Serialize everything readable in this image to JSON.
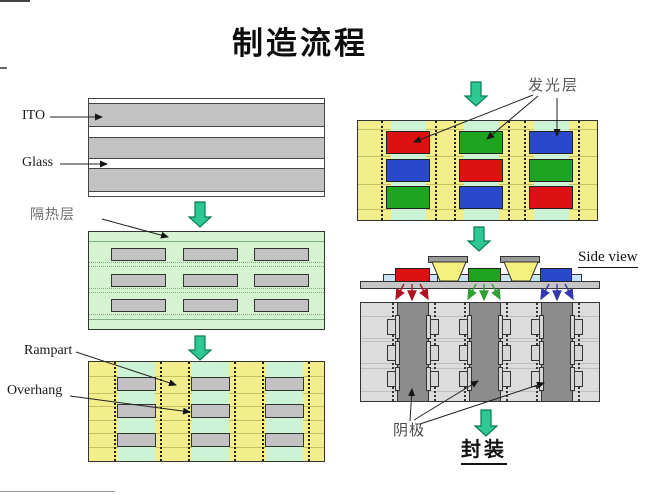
{
  "title": "制造流程",
  "labels": {
    "ito": "ITO",
    "glass": "Glass",
    "insulation": "隔热层",
    "rampart": "Rampart",
    "overhang": "Overhang",
    "emitting": "发光层",
    "side_view": "Side view",
    "cathode": "阴极",
    "encapsulation": "封装"
  },
  "colors": {
    "flow_arrow": "#2EC893",
    "flow_arrow_border": "#0B7A55",
    "yellow_panel": "#F2EE8C",
    "mint_stripe": "#CDF3D6",
    "insulation_green": "#D5F3D1",
    "gray_band": "#C2C2C2",
    "cathode_gray": "#8C8C8C",
    "panel_light_gray": "#DCDCDC",
    "tab_gray": "#D6D6D6",
    "red": "#DD1111",
    "green": "#1FA421",
    "blue": "#2948CC",
    "emission_red": "#B01222",
    "emission_green": "#2FA133",
    "emission_blue": "#3438AD",
    "pad_blue": "#C9E4F5",
    "trapezoid_yellow": "#F6F07D",
    "cap_gray": "#9A9A9A",
    "substrate_gray": "#C6C6C6"
  },
  "emitting_grid": {
    "rows": [
      [
        "red",
        "green",
        "blue"
      ],
      [
        "blue",
        "red",
        "green"
      ],
      [
        "green",
        "blue",
        "red"
      ]
    ]
  },
  "side_view": {
    "elements": [
      "red",
      "green",
      "blue"
    ]
  }
}
